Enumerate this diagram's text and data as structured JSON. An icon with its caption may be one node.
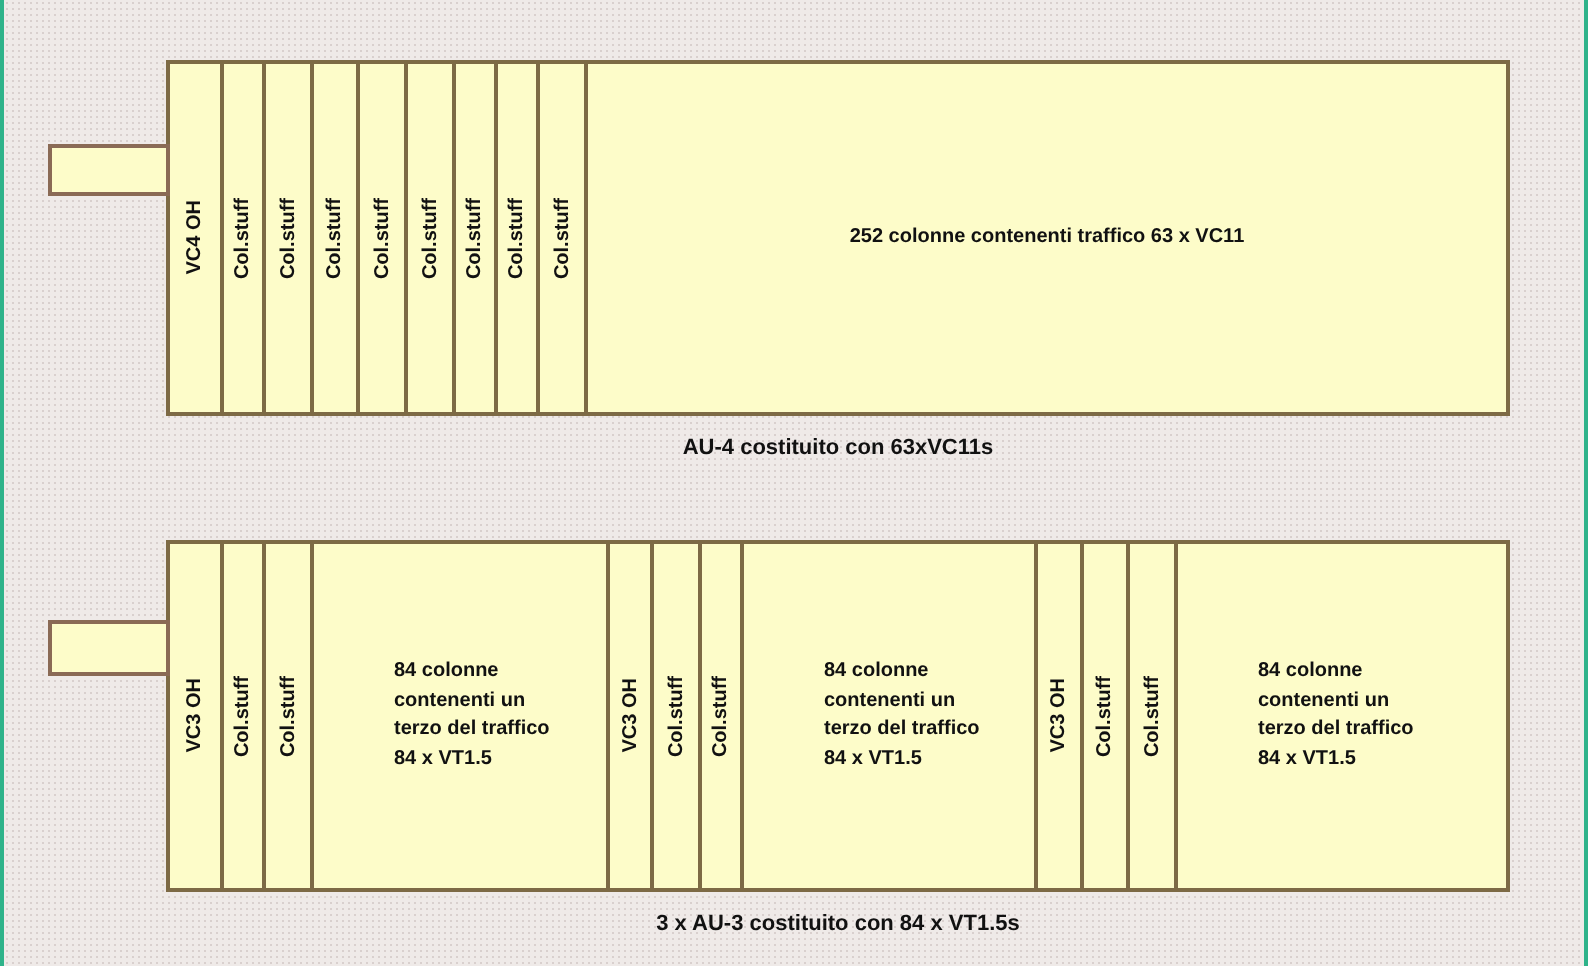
{
  "diagram": {
    "nodes": [
      {
        "text": [
          "AU-4 costituito con 63xVC11s"
        ]
      },
      {
        "text": [],
        "shape": "box"
      },
      {
        "text": [
          "VC4 OH"
        ],
        "in": 0
      },
      {
        "text": [
          "Col.stuff"
        ],
        "in": 0
      },
      {
        "text": [
          "Col.stuff"
        ],
        "in": 0
      },
      {
        "text": [
          "Col.stuff"
        ],
        "in": 0
      },
      {
        "text": [
          "Col.stuff"
        ],
        "in": 0
      },
      {
        "text": [
          "Col.stuff"
        ],
        "in": 0
      },
      {
        "text": [
          "Col.stuff"
        ],
        "in": 0
      },
      {
        "text": [
          "Col.stuff"
        ],
        "in": 0
      },
      {
        "text": [
          "Col.stuff"
        ],
        "in": 0
      },
      {
        "text": [
          "252 colonne contenenti traffico 63 x VC11"
        ],
        "in": 0
      },
      {
        "text": [
          "3 x AU-3 costituito con 84 x VT1.5s"
        ]
      },
      {
        "text": [],
        "shape": "box"
      },
      {
        "text": [
          "VC3 OH"
        ],
        "in": 12
      },
      {
        "text": [
          "Col.stuff"
        ],
        "in": 12
      },
      {
        "text": [
          "Col.stuff"
        ],
        "in": 12
      },
      {
        "text": [
          "84 colonne contenenti un terzo del traffico 84 x VT1.5"
        ],
        "in": 12
      },
      {
        "text": [
          "VC3 OH"
        ],
        "in": 12
      },
      {
        "text": [
          "Col.stuff"
        ],
        "in": 12
      },
      {
        "text": [
          "Col.stuff"
        ],
        "in": 12
      },
      {
        "text": [
          "84 colonne contenenti un terzo del traffico 84 x VT1.5"
        ],
        "in": 12
      },
      {
        "text": [
          "VC3 OH"
        ],
        "in": 12
      },
      {
        "text": [
          "Col.stuff"
        ],
        "in": 12
      },
      {
        "text": [
          "Col.stuff"
        ],
        "in": 12
      },
      {
        "text": [
          "84 colonne contenenti un terzo del traffico 84 x VT1.5"
        ],
        "in": 12
      }
    ]
  }
}
